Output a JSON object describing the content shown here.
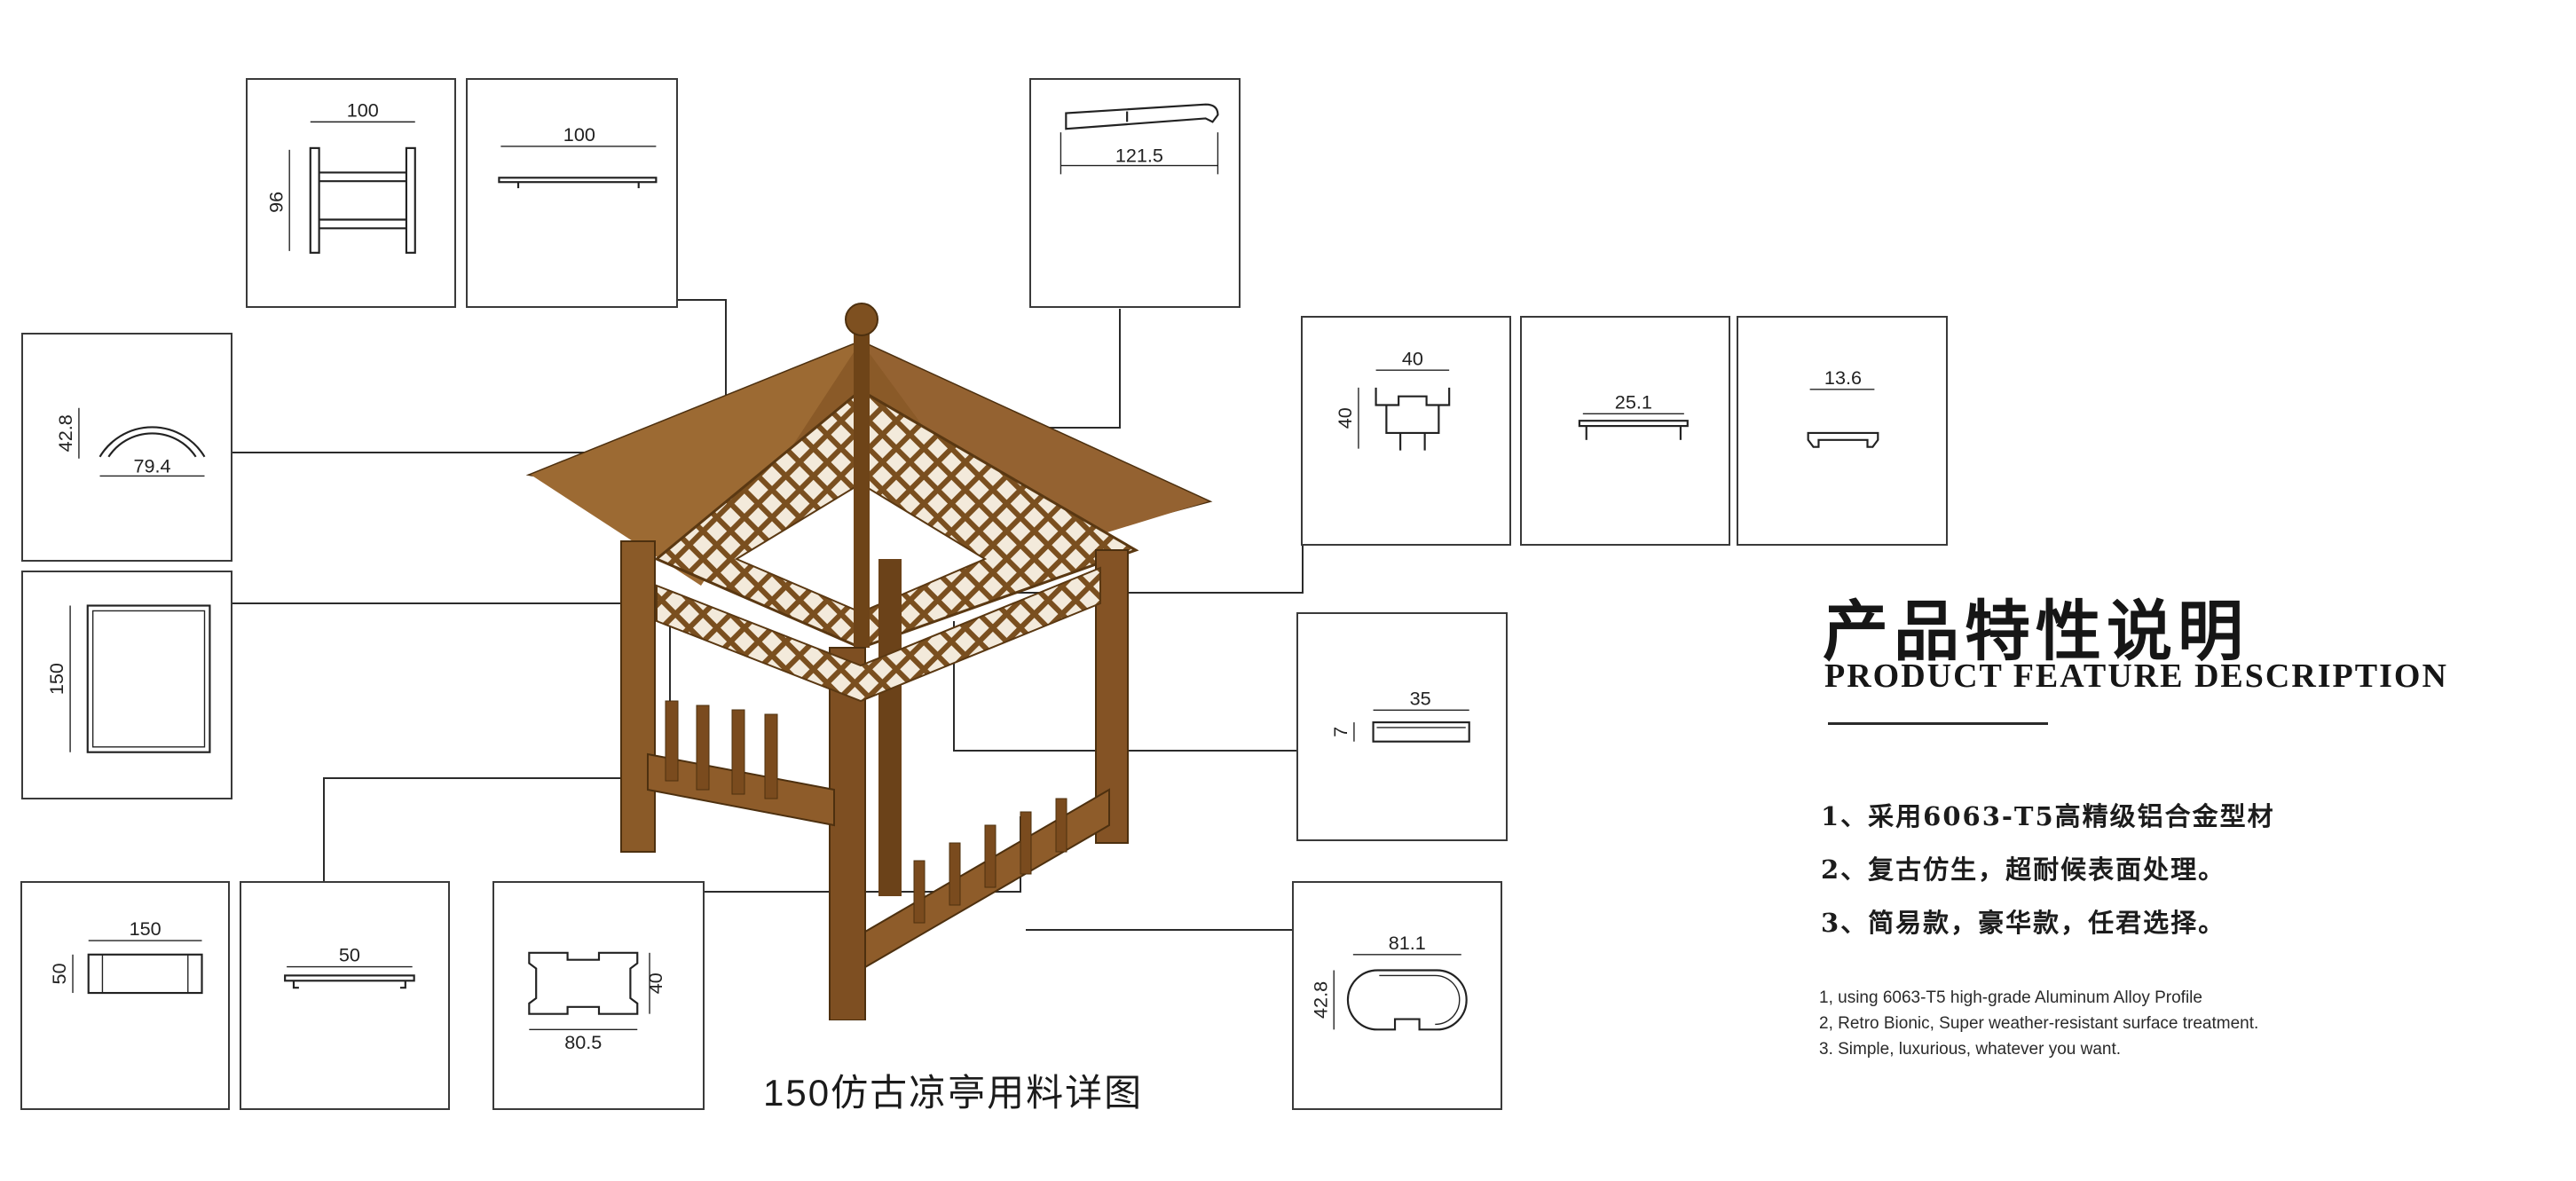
{
  "caption": "150仿古凉亭用料详图",
  "feature": {
    "title_cn": "产品特性说明",
    "title_en": "PRODUCT FEATURE DESCRIPTION",
    "items_cn": [
      "1、采用6063-T5高精级铝合金型材",
      "2、复古仿生，超耐候表面处理。",
      "3、简易款，豪华款，任君选择。"
    ],
    "items_en": [
      "1, using 6063-T5 high-grade Aluminum Alloy Profile",
      "2, Retro Bionic, Super weather-resistant surface treatment.",
      "3. Simple, luxurious, whatever you want."
    ]
  },
  "profiles": {
    "beam_100x96": {
      "w": "100",
      "h": "96"
    },
    "board_100": {
      "w": "100"
    },
    "roof_121_5": {
      "w": "121.5"
    },
    "arc_79_4": {
      "w": "79.4",
      "h": "42.8"
    },
    "post_150": {
      "h": "150"
    },
    "rail_150x50": {
      "w": "150",
      "h": "50"
    },
    "board_50": {
      "w": "50"
    },
    "post_80_5x40": {
      "w": "80.5",
      "h": "40"
    },
    "channel_40x40": {
      "w": "40",
      "h": "40"
    },
    "strip_25_1": {
      "w": "25.1"
    },
    "cap_13_6": {
      "w": "13.6"
    },
    "bar_35x7": {
      "w": "35",
      "h": "7"
    },
    "handrail_81_1": {
      "w": "81.1",
      "h": "42.8"
    }
  }
}
